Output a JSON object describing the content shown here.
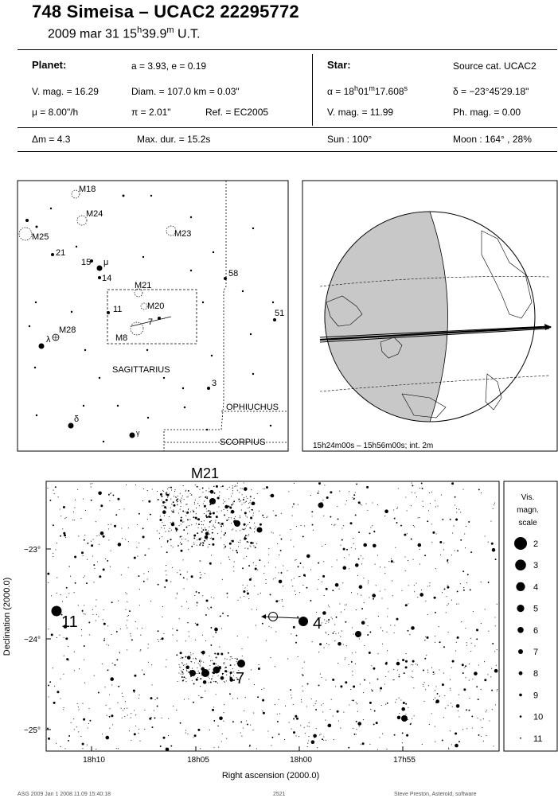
{
  "header": {
    "title": "748 Simeisa  –  UCAC2 22295772",
    "date": "2009 mar 31  15",
    "date_h": "h",
    "date_min": "39.9",
    "date_m": "m",
    "date_ut": " U.T."
  },
  "planet": {
    "label": "Planet:",
    "a_e": "a = 3.93, e = 0.19",
    "vmag": "V. mag. = 16.29",
    "diam": "Diam. = 107.0 km = 0.03\"",
    "mu": "μ = 8.00\"/h",
    "pi": "π = 2.01\"",
    "ref": "Ref. = EC2005",
    "dm": "Δm = 4.3",
    "maxdur": "Max. dur. = 15.2s"
  },
  "star": {
    "label": "Star:",
    "source": "Source cat.  UCAC2",
    "alpha_pre": "α = 18",
    "alpha_h": "h",
    "alpha_m_val": "01",
    "alpha_m": "m",
    "alpha_s_val": "17.608",
    "alpha_s": "s",
    "delta": "δ = −23°45'29.18\"",
    "vmag": "V. mag. = 11.99",
    "phmag": "Ph. mag. =  0.00",
    "sun": "Sun : 100°",
    "moon": "Moon : 164° , 28%"
  },
  "finder": {
    "labels": [
      "M18",
      "M24",
      "M25",
      "M23",
      "21",
      "15",
      "μ",
      "14",
      "58",
      "M21",
      "11",
      "M20",
      "7",
      "51",
      "M28",
      "λ",
      "M8",
      "SAGITTARIUS",
      "3",
      "OPHIUCHUS",
      "δ",
      "γ",
      "SCORPIUS"
    ]
  },
  "globe": {
    "caption": "15h24m00s – 15h56m00s; int.  2m"
  },
  "chart": {
    "title_label": "M21",
    "star_labels": [
      "11",
      "4",
      "7"
    ],
    "ylabel": "Declination (2000.0)",
    "xlabel": "Right ascension (2000.0)",
    "y_ticks": [
      "−23°",
      "−24°",
      "−25°"
    ],
    "x_ticks": [
      "18h10",
      "18h05",
      "18h00",
      "17h55"
    ]
  },
  "scale": {
    "title1": "Vis.",
    "title2": "magn.",
    "title3": "scale",
    "mags": [
      "2",
      "3",
      "4",
      "5",
      "6",
      "7",
      "8",
      "9",
      "10",
      "11"
    ]
  },
  "footer": {
    "left": "ASG 2009 Jan 1  2008.11.09  15:40:18",
    "mid": "2521",
    "right": "Steve Preston, Asteroid, software"
  }
}
